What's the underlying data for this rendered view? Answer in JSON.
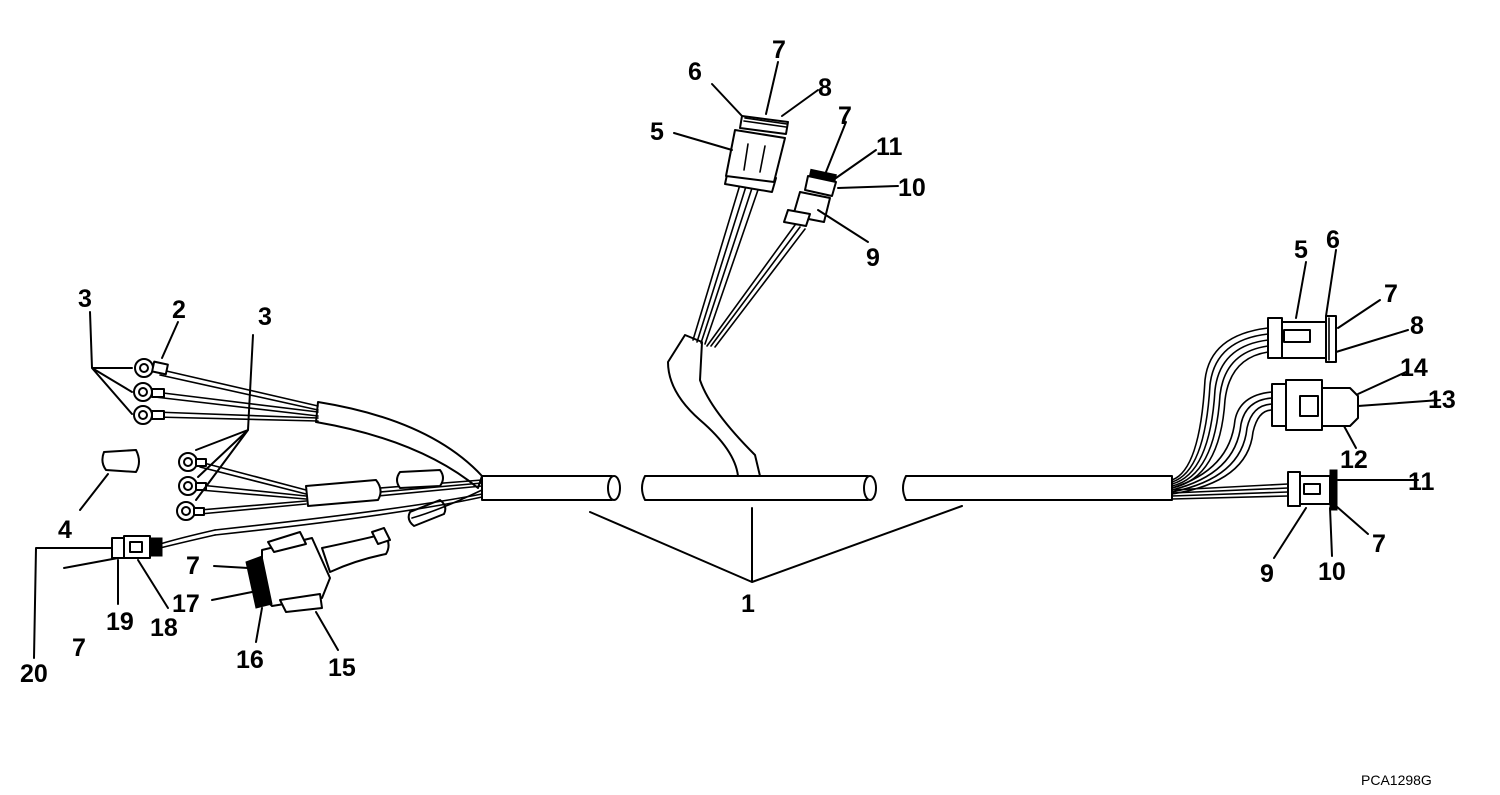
{
  "figure_code": "PCA1298G",
  "callouts": [
    "1",
    "2",
    "3",
    "3",
    "4",
    "5",
    "6",
    "7",
    "8",
    "7",
    "11",
    "10",
    "9",
    "5",
    "6",
    "7",
    "8",
    "14",
    "13",
    "12",
    "11",
    "7",
    "10",
    "9",
    "7",
    "16",
    "17",
    "15",
    "20",
    "7",
    "19",
    "18"
  ]
}
